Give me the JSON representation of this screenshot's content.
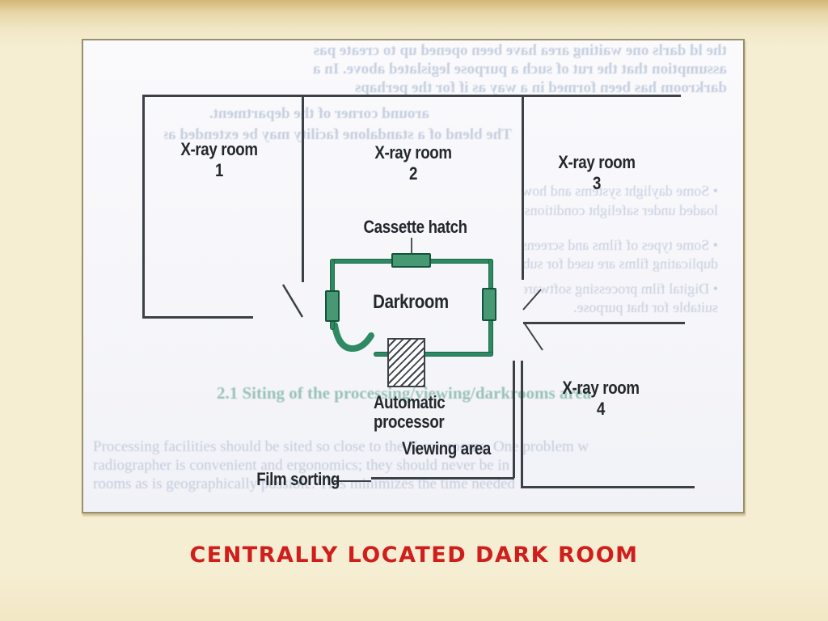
{
  "slide": {
    "title": "CENTRALLY LOCATED DARK ROOM"
  },
  "diagram": {
    "room1_name": "X-ray room",
    "room1_num": "1",
    "room2_name": "X-ray room",
    "room2_num": "2",
    "room3_name": "X-ray room",
    "room3_num": "3",
    "room4_name": "X-ray room",
    "room4_num": "4",
    "cassette_hatch": "Cassette hatch",
    "darkroom": "Darkroom",
    "processor_line1": "Automatic",
    "processor_line2": "processor",
    "viewing_area": "Viewing area",
    "film_sorting": "Film sorting"
  },
  "colors": {
    "title_red": "#cf1e1c",
    "wall_dark": "#3b4147",
    "marker_green": "#2e8a63",
    "marker_green_fill": "#469972",
    "paper": "#f8f8fb",
    "slide_cream": "#f6eed3",
    "band_gold": "#d2b675"
  },
  "bleed": {
    "lines": [
      "the ld darls one waiting area have been opened up to create pas",
      "assumption that the rut of such a purpose legislated above. In a",
      "darkroom has been formed in a way as if for the perhaps",
      "around corner of the department.",
      "The blend of a standalone facility may be extended as b",
      "• Some daylight systems and how long to",
      "loaded under safelight conditions.",
      "• Some types of films and screens are not compatible with",
      "duplicating films are used for subtraction radiography, etc.",
      "• Digital film processing software can display",
      "suitable for that purpose.",
      "2.1  Siting of the processing/viewing/darkrooms area",
      "Processing facilities should be sited so close to the X-ray rooms. One problem w",
      "radiographer is convenient and ergonomics; they should never be in",
      "rooms as is geographically possible. This minimizes the time needed"
    ]
  }
}
